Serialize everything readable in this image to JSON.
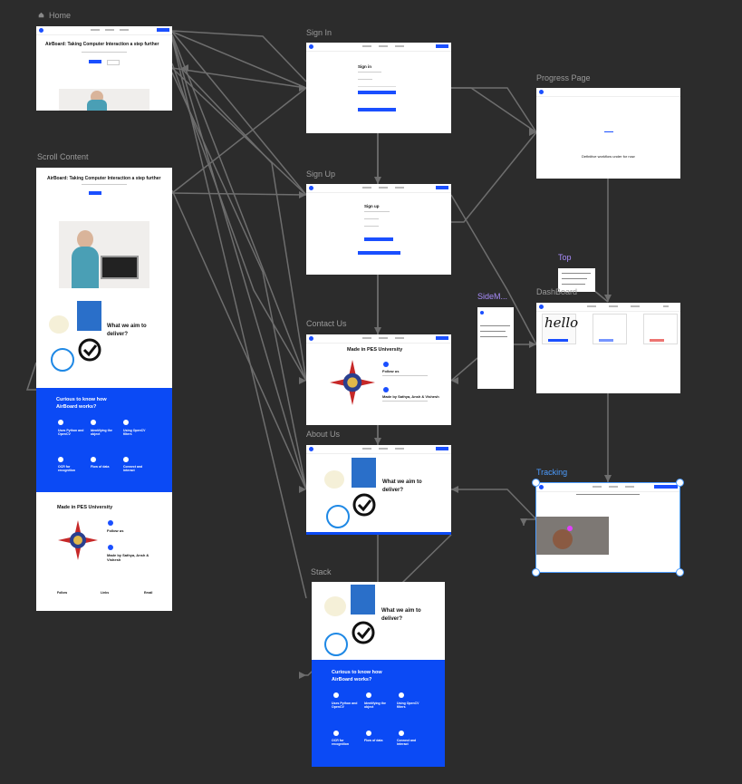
{
  "canvas": {
    "background": "#2c2c2c",
    "accent": "#1a4fff",
    "selection": "#4c9cff"
  },
  "frames": {
    "home": {
      "label": "Home",
      "title": "AirBoard: Taking Computer Interaction a step further"
    },
    "scroll_content": {
      "label": "Scroll Content",
      "title": "AirBoard: Taking Computer Interaction a step further",
      "deliver": "What we aim to deliver?",
      "curious": "Curious to know how AirBoard works?",
      "features": [
        "Uses Python and OpenCV",
        "Identifying the object",
        "Using OpenCV filters",
        "OCR for recognition",
        "Flow of data",
        "Connect and interact"
      ],
      "made_in": "Made in PES University",
      "follow_us": "Follow us",
      "made_by": "Made by Sathya, Ansh & Vishesh",
      "footer": [
        "Follow",
        "Links",
        "Email"
      ]
    },
    "sign_in": {
      "label": "Sign In",
      "heading": "Sign in"
    },
    "sign_up": {
      "label": "Sign Up",
      "heading": "Sign up"
    },
    "progress": {
      "label": "Progress Page",
      "message": "Definitive workflow under for now"
    },
    "contact": {
      "label": "Contact Us",
      "heading": "Made in PES University",
      "follow_us": "Follow us",
      "made_by": "Made by Sathya, Ansh & Vishesh"
    },
    "about": {
      "label": "About Us",
      "heading": "What we aim to deliver?"
    },
    "stack": {
      "label": "Stack",
      "heading": "What we aim to deliver?",
      "curious": "Curious to know how AirBoard works?",
      "features": [
        "Uses Python and OpenCV",
        "Identifying the object",
        "Using OpenCV filters",
        "OCR for recognition",
        "Flow of data",
        "Connect and interact"
      ]
    },
    "top": {
      "label": "Top"
    },
    "sidemenu": {
      "label": "SideM..."
    },
    "dashboard": {
      "label": "DashBoard",
      "handwriting": "hello"
    },
    "tracking": {
      "label": "Tracking"
    }
  }
}
